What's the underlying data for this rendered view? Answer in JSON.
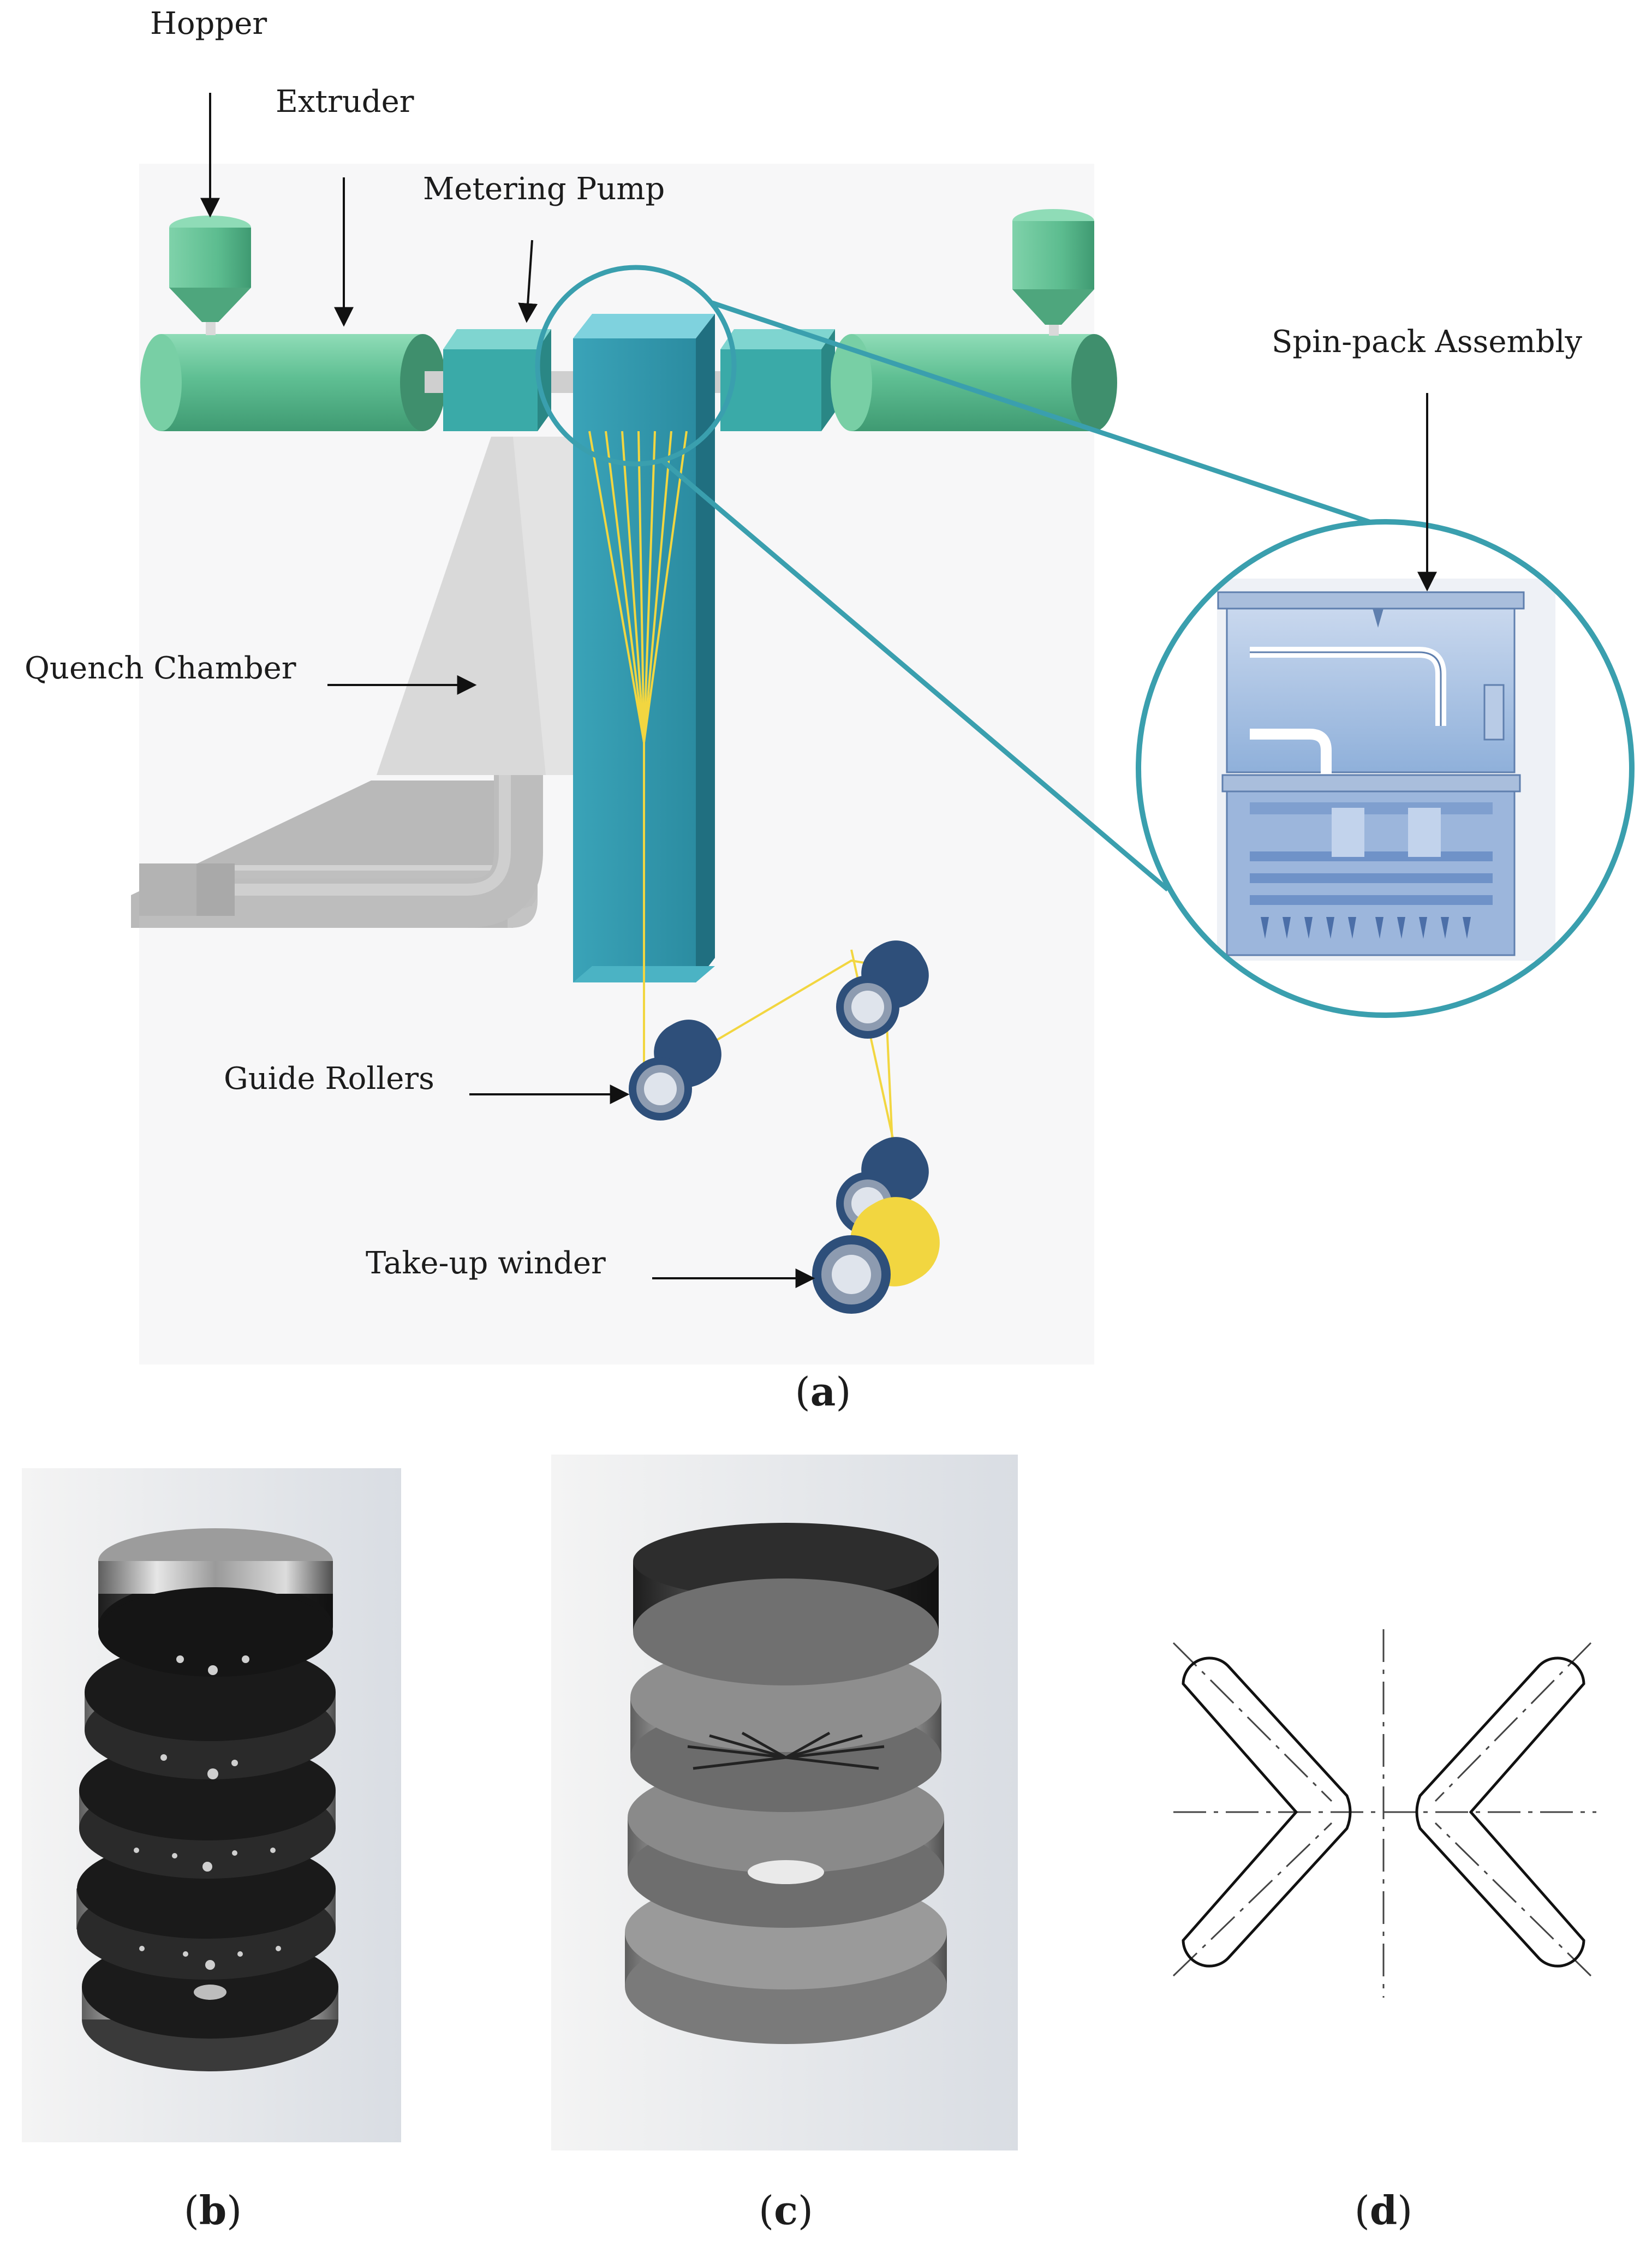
{
  "labels": {
    "hopper": "Hopper",
    "extruder": "Extruder",
    "metering_pump": "Metering Pump",
    "spin_pack": "Spin-pack Assembly",
    "quench_chamber": "Quench Chamber",
    "guide_rollers": "Guide Rollers",
    "take_up_winder": "Take-up winder"
  },
  "captions": {
    "a": {
      "open": "(",
      "letter": "a",
      "close": ")"
    },
    "b": {
      "open": "(",
      "letter": "b",
      "close": ")"
    },
    "c": {
      "open": "(",
      "letter": "c",
      "close": ")"
    },
    "d": {
      "open": "(",
      "letter": "d",
      "close": ")"
    }
  },
  "colors": {
    "extruder_green": "#5fbf93",
    "spinneret_teal": "#2d8ea3",
    "pump_teal": "#3aaaa8",
    "roller_blue": "#2e4f7a",
    "fiber_yellow": "#f2d640",
    "zoom_circle": "#3a9fae",
    "quench_gray": "#dcdcdc"
  }
}
